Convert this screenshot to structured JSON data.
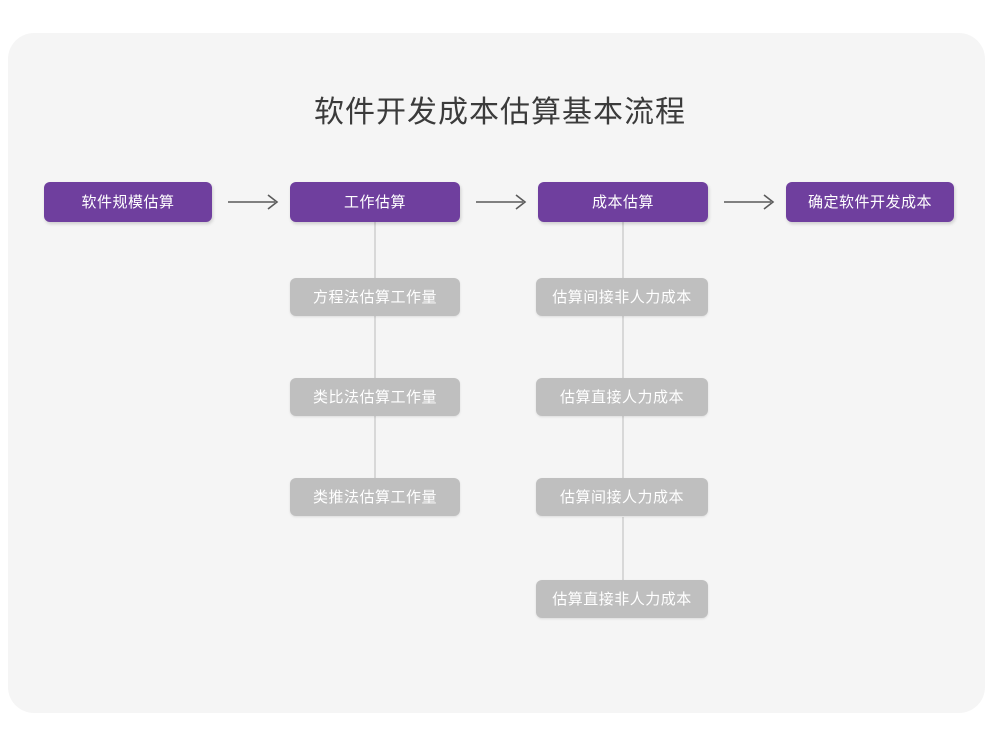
{
  "page": {
    "title": "软件开发成本估算基本流程",
    "background_color": "#ffffff",
    "card_color": "#f5f5f5",
    "primary_color": "#6f3f9e",
    "secondary_color": "#bfbfbf",
    "arrow_glyph": "⟶"
  },
  "chart_data": {
    "type": "diagram",
    "title": "软件开发成本估算基本流程",
    "orientation": "left-to-right with vertical sub-steps",
    "main_flow": [
      {
        "label": "软件规模估算"
      },
      {
        "label": "工作估算"
      },
      {
        "label": "成本估算"
      },
      {
        "label": "确定软件开发成本"
      }
    ],
    "connectors": [
      "⟶",
      "⟶",
      "⟶"
    ],
    "sub_steps": [
      {
        "parent": "工作估算",
        "items": [
          "方程法估算工作量",
          "类比法估算工作量",
          "类推法估算工作量"
        ]
      },
      {
        "parent": "成本估算",
        "items": [
          "估算间接非人力成本",
          "估算直接人力成本",
          "估算间接人力成本",
          "估算直接非人力成本"
        ]
      }
    ]
  }
}
